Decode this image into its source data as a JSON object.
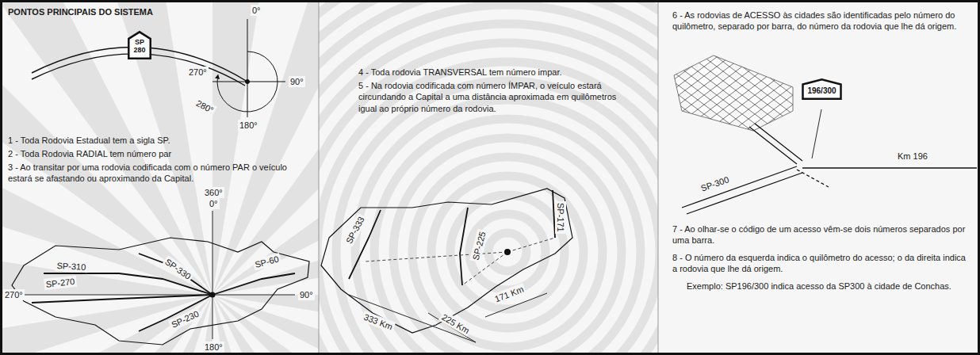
{
  "diagram": {
    "title": "PONTOS PRINCIPAIS DO SISTEMA",
    "nodes": [
      {
        "text": [
          "SP 280"
        ]
      },
      {
        "text": [
          "196/300"
        ]
      }
    ],
    "labels": [
      "0°",
      "270°",
      "90°",
      "280°",
      "180°",
      "1 - Toda Rodovia Estadual tem a sigla SP.",
      "2 - Toda Rodovia RADIAL tem número par",
      "3 - Ao transitar por uma rodovia codificada com o número PAR o veículo estará se afastando ou aproximando da Capital.",
      "360°",
      "0°",
      "SP-310",
      "SP-330",
      "SP-270",
      "SP-60",
      "SP-230",
      "90°",
      "180°",
      "270°",
      "4 - Toda rodovia TRANSVERSAL tem número impar.",
      "5 - Na rodovia codificada com número ÍMPAR, o veículo estará circundando a Capital a uma distância aproximada em quilômetros igual ao próprio número da rodovia.",
      "SP-333",
      "SP-225",
      "SP-171",
      "333 Km",
      "225 Km",
      "171 Km",
      "6 - As rodovias de ACESSO às cidades são identificadas pelo número do quilômetro, separado por barra, do número da rodovia que lhe dá origem.",
      "Km 196",
      "SP-300",
      "7 - Ao olhar-se o código de um acesso vêm-se dois números separados por uma barra.",
      "8 - O número da esquerda indica o quilômetro do acesso; o da direita indica a rodovia que lhe dá origem.",
      "Exemplo: SP196/300 indica acesso da SP300 à cidade de Conchas."
    ]
  }
}
